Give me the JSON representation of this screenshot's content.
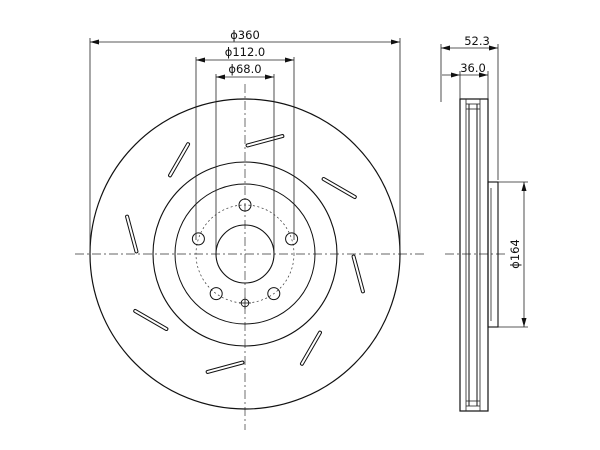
{
  "dimensions": {
    "outer_diameter": "ϕ360",
    "bolt_circle": "ϕ112.0",
    "center_bore": "ϕ68.0",
    "overall_thickness": "52.3",
    "disc_thickness": "36.0",
    "hat_diameter": "ϕ164"
  },
  "colors": {
    "line": "#111111"
  }
}
